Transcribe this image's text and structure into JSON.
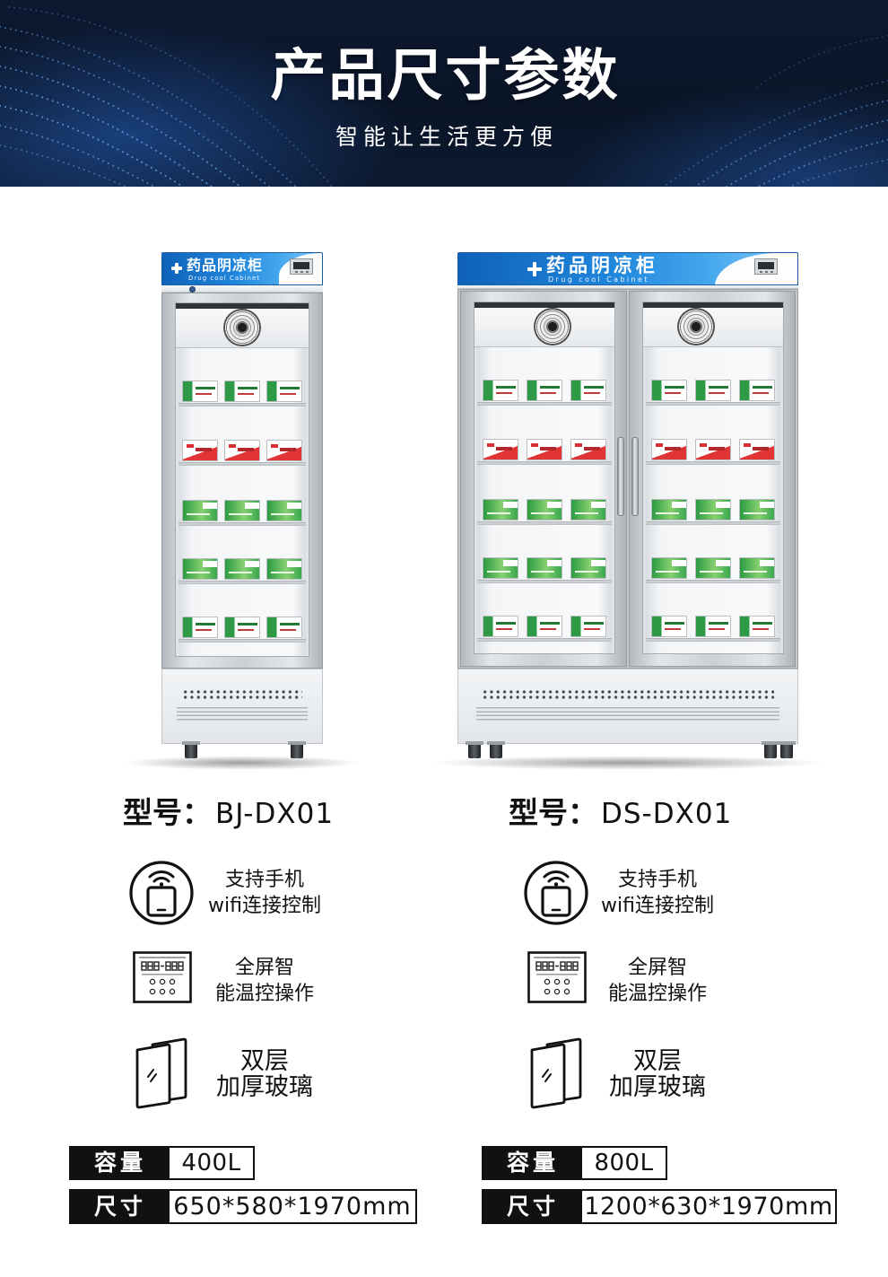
{
  "header": {
    "title": "产品尺寸参数",
    "subtitle": "智能让生活更方便"
  },
  "products": [
    {
      "cabinet": {
        "name_cn": "药品阴凉柜",
        "name_en": "Drug cool Cabinet",
        "doors": 1
      },
      "model_key": "型号：",
      "model": "BJ-DX01",
      "features": [
        {
          "icon": "wifi-phone-icon",
          "lines": [
            "支持手机",
            "wifi连接控制"
          ]
        },
        {
          "icon": "temperature-controller-icon",
          "lines": [
            "全屏智",
            "能温控操作"
          ]
        },
        {
          "icon": "double-glass-icon",
          "lines": [
            "双层",
            "加厚玻璃"
          ]
        }
      ],
      "specs": [
        {
          "label": "容量",
          "value": "400L"
        },
        {
          "label": "尺寸",
          "value": "650*580*1970mm"
        }
      ]
    },
    {
      "cabinet": {
        "name_cn": "药品阴凉柜",
        "name_en": "Drug cool Cabinet",
        "doors": 2
      },
      "model_key": "型号：",
      "model": "DS-DX01",
      "features": [
        {
          "icon": "wifi-phone-icon",
          "lines": [
            "支持手机",
            "wifi连接控制"
          ]
        },
        {
          "icon": "temperature-controller-icon",
          "lines": [
            "全屏智",
            "能温控操作"
          ]
        },
        {
          "icon": "double-glass-icon",
          "lines": [
            "双层",
            "加厚玻璃"
          ]
        }
      ],
      "specs": [
        {
          "label": "容量",
          "value": "800L"
        },
        {
          "label": "尺寸",
          "value": "1200*630*1970mm"
        }
      ]
    }
  ],
  "colors": {
    "header_bg": "#0b1628",
    "cabinet_panel_blue": "#1f86dc",
    "spec_label_bg": "#111111",
    "spec_label_text": "#ffffff",
    "spec_value_border": "#111111"
  }
}
